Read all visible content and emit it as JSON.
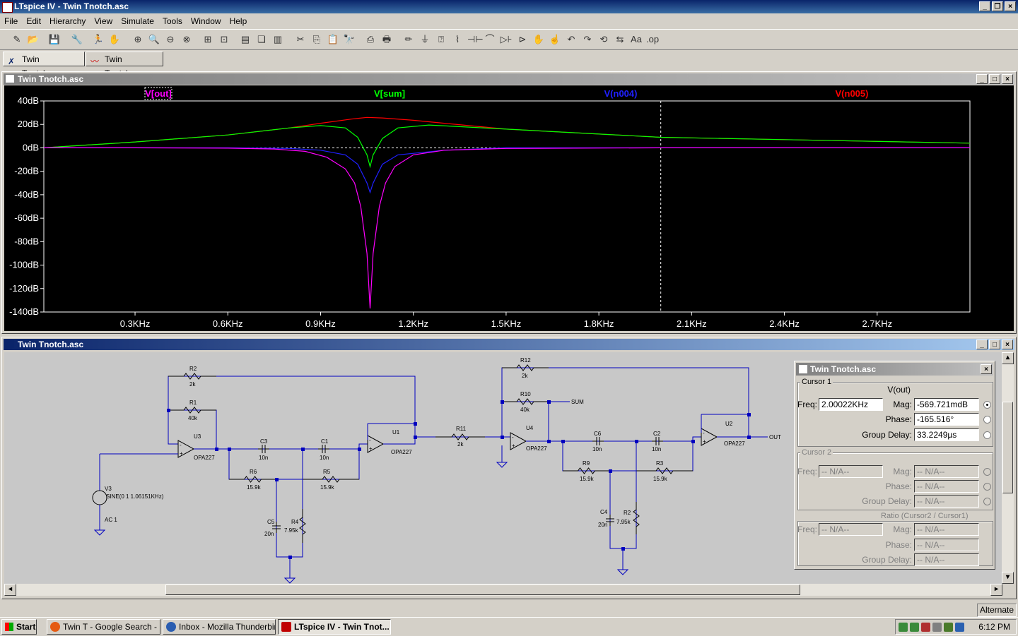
{
  "app": {
    "title": "LTspice IV - Twin Tnotch.asc",
    "window_buttons": [
      "_",
      "❐",
      "×"
    ]
  },
  "menu": [
    "File",
    "Edit",
    "Hierarchy",
    "View",
    "Simulate",
    "Tools",
    "Window",
    "Help"
  ],
  "toolbar": {
    "icons": [
      "new-schematic-icon",
      "open-icon",
      "save-icon",
      "control-panel-icon",
      "run-icon",
      "halt-icon",
      "zoom-in-icon",
      "zoom-pan-icon",
      "zoom-out-icon",
      "zoom-cancel-icon",
      "autorange-icon",
      "grid-icon",
      "tile-horizontal-icon",
      "cascade-icon",
      "tile-vertical-icon",
      "cut-icon",
      "copy-icon",
      "paste-icon",
      "find-icon",
      "print-preview-icon",
      "print-icon",
      "wire-icon",
      "ground-icon",
      "label-icon",
      "resistor-icon",
      "capacitor-icon",
      "inductor-icon",
      "diode-icon",
      "component-icon",
      "move-icon",
      "drag-icon",
      "undo-icon",
      "redo-icon",
      "rotate-icon",
      "mirror-icon",
      "text-icon",
      "spice-directive-icon"
    ],
    "glyphs": [
      "✎",
      "📂",
      "💾",
      "🔧",
      "🏃",
      "✋",
      "⊕",
      "🔍",
      "⊖",
      "⊗",
      "⊞",
      "⊡",
      "▤",
      "❏",
      "▥",
      "✂",
      "⎘",
      "📋",
      "🔭",
      "⎙",
      "🖶",
      "✏",
      "⏚",
      "⍰",
      "⌇",
      "⊣⊢",
      "⌒",
      "▷⊦",
      "⊳",
      "✋",
      "☝",
      "↶",
      "↷",
      "⟲",
      "⇆",
      "Aa",
      ".op"
    ]
  },
  "tabs": [
    {
      "label": "Twin Tnotch.asc",
      "icon": "schematic-icon",
      "glyph": "✗"
    },
    {
      "label": "Twin Tnotch.asc",
      "icon": "waveform-icon",
      "glyph": "〰"
    }
  ],
  "plot_window": {
    "title": "Twin Tnotch.asc"
  },
  "schematic_window": {
    "title": "Twin Tnotch.asc"
  },
  "chart_data": {
    "type": "line",
    "title": "",
    "xlabel": "",
    "ylabel": "",
    "xlim": [
      0.005,
      3.0
    ],
    "ylim": [
      -140,
      40
    ],
    "x_ticks": [
      "0.3KHz",
      "0.6KHz",
      "0.9KHz",
      "1.2KHz",
      "1.5KHz",
      "1.8KHz",
      "2.1KHz",
      "2.4KHz",
      "2.7KHz"
    ],
    "x_tick_values": [
      0.3,
      0.6,
      0.9,
      1.2,
      1.5,
      1.8,
      2.1,
      2.4,
      2.7
    ],
    "y_ticks": [
      "40dB",
      "20dB",
      "0dB",
      "-20dB",
      "-40dB",
      "-60dB",
      "-80dB",
      "-100dB",
      "-120dB",
      "-140dB"
    ],
    "y_tick_values": [
      40,
      20,
      0,
      -20,
      -40,
      -60,
      -80,
      -100,
      -120,
      -140
    ],
    "cursor_x": 2.00022,
    "background": "#000000",
    "series": [
      {
        "name": "V[out]",
        "color": "#ff00ff",
        "x": [
          0.005,
          0.3,
          0.6,
          0.75,
          0.85,
          0.92,
          0.98,
          1.01,
          1.03,
          1.05,
          1.06,
          1.07,
          1.09,
          1.11,
          1.14,
          1.2,
          1.3,
          1.5,
          2.0,
          3.0
        ],
        "y": [
          0,
          0,
          -0.3,
          -1,
          -3,
          -8,
          -18,
          -30,
          -50,
          -90,
          -137,
          -90,
          -50,
          -30,
          -16,
          -6,
          -2,
          -0.5,
          0,
          0
        ]
      },
      {
        "name": "V[sum]",
        "color": "#00ff00",
        "x": [
          0.005,
          0.3,
          0.6,
          0.8,
          0.9,
          0.98,
          1.02,
          1.05,
          1.06,
          1.07,
          1.1,
          1.15,
          1.25,
          1.5,
          2.0,
          2.4,
          3.0
        ],
        "y": [
          0,
          5,
          11,
          17,
          19,
          17,
          9,
          -6,
          -16,
          -6,
          8,
          17,
          19.5,
          16,
          9,
          7,
          4
        ]
      },
      {
        "name": "V(n004)",
        "color": "#2020ff",
        "x": [
          0.005,
          0.6,
          0.8,
          0.9,
          0.98,
          1.02,
          1.05,
          1.06,
          1.07,
          1.1,
          1.15,
          1.3,
          1.5,
          3.0
        ],
        "y": [
          0,
          0,
          -0.5,
          -2,
          -6,
          -14,
          -30,
          -38,
          -30,
          -14,
          -6,
          -2,
          0,
          0
        ]
      },
      {
        "name": "V(n005)",
        "color": "#ff0000",
        "x": [
          0.005,
          0.3,
          0.6,
          0.8,
          0.9,
          1.0,
          1.05,
          1.1,
          1.2,
          1.3,
          1.5,
          2.0,
          2.4,
          3.0
        ],
        "y": [
          0,
          5,
          11,
          17,
          21,
          24.5,
          26,
          25.5,
          23.5,
          21,
          16,
          9,
          7,
          4
        ]
      }
    ]
  },
  "schematic": {
    "labels": [
      {
        "id": "r2",
        "text": "R2"
      },
      {
        "id": "r2v",
        "text": "2k"
      },
      {
        "id": "r1",
        "text": "R1"
      },
      {
        "id": "r1v",
        "text": "40k"
      },
      {
        "id": "u3",
        "text": "U3"
      },
      {
        "id": "u3m",
        "text": "OPA227"
      },
      {
        "id": "c3",
        "text": "C3"
      },
      {
        "id": "c3v",
        "text": "10n"
      },
      {
        "id": "c1",
        "text": "C1"
      },
      {
        "id": "c1v",
        "text": "10n"
      },
      {
        "id": "u1",
        "text": "U1"
      },
      {
        "id": "u1m",
        "text": "OPA227"
      },
      {
        "id": "r6",
        "text": "R6"
      },
      {
        "id": "r6v",
        "text": "15.9k"
      },
      {
        "id": "r5",
        "text": "R5"
      },
      {
        "id": "r5v",
        "text": "15.9k"
      },
      {
        "id": "c5",
        "text": "C5"
      },
      {
        "id": "c5v",
        "text": "20n"
      },
      {
        "id": "r4",
        "text": "R4"
      },
      {
        "id": "r4v",
        "text": "7.95k"
      },
      {
        "id": "v3",
        "text": "V3"
      },
      {
        "id": "v3s",
        "text": "SINE(0 1 1.06151KHz)"
      },
      {
        "id": "v3a",
        "text": "AC 1"
      },
      {
        "id": "r11",
        "text": "R11"
      },
      {
        "id": "r11v",
        "text": "2k"
      },
      {
        "id": "r12",
        "text": "R12"
      },
      {
        "id": "r12v",
        "text": "2k"
      },
      {
        "id": "r10",
        "text": "R10"
      },
      {
        "id": "r10v",
        "text": "40k"
      },
      {
        "id": "sum",
        "text": "SUM"
      },
      {
        "id": "u4",
        "text": "U4"
      },
      {
        "id": "u4m",
        "text": "OPA227"
      },
      {
        "id": "c6",
        "text": "C6"
      },
      {
        "id": "c6v",
        "text": "10n"
      },
      {
        "id": "c2",
        "text": "C2"
      },
      {
        "id": "c2v",
        "text": "10n"
      },
      {
        "id": "u2",
        "text": "U2"
      },
      {
        "id": "u2m",
        "text": "OPA227"
      },
      {
        "id": "out",
        "text": "OUT"
      },
      {
        "id": "r9",
        "text": "R9"
      },
      {
        "id": "r9v",
        "text": "15.9k"
      },
      {
        "id": "r3",
        "text": "R3"
      },
      {
        "id": "r3v",
        "text": "15.9k"
      },
      {
        "id": "c4",
        "text": "C4"
      },
      {
        "id": "c4v",
        "text": "20n"
      },
      {
        "id": "r2b",
        "text": "R2"
      },
      {
        "id": "r2bv",
        "text": "7.95k"
      }
    ]
  },
  "cursor_panel": {
    "title": "Twin Tnotch.asc",
    "close": "×",
    "cursor1": {
      "label": "Cursor 1",
      "trace": "V(out)",
      "freq_label": "Freq:",
      "freq": "2.00022KHz",
      "mag_label": "Mag:",
      "mag": "-569.721mdB",
      "phase_label": "Phase:",
      "phase": "-165.516°",
      "gd_label": "Group Delay:",
      "gd": "33.2249µs"
    },
    "cursor2": {
      "label": "Cursor 2",
      "freq_label": "Freq:",
      "freq": "-- N/A--",
      "mag_label": "Mag:",
      "mag": "-- N/A--",
      "phase_label": "Phase:",
      "phase": "-- N/A--",
      "gd_label": "Group Delay:",
      "gd": "-- N/A--"
    },
    "ratio": {
      "label": "Ratio (Cursor2 / Cursor1)",
      "freq_label": "Freq:",
      "freq": "-- N/A--",
      "mag_label": "Mag:",
      "mag": "-- N/A--",
      "phase_label": "Phase:",
      "phase": "-- N/A--",
      "gd_label": "Group Delay:",
      "gd": "-- N/A--"
    }
  },
  "status": {
    "right": "Alternate"
  },
  "taskbar": {
    "start": "Start",
    "tasks": [
      {
        "label": "Twin T - Google Search - ...",
        "color": "#e55b13"
      },
      {
        "label": "Inbox - Mozilla Thunderbird",
        "color": "#2a5db0"
      },
      {
        "label": "LTspice IV - Twin Tnot...",
        "color": "#c00000"
      }
    ],
    "clock": "6:12 PM"
  }
}
